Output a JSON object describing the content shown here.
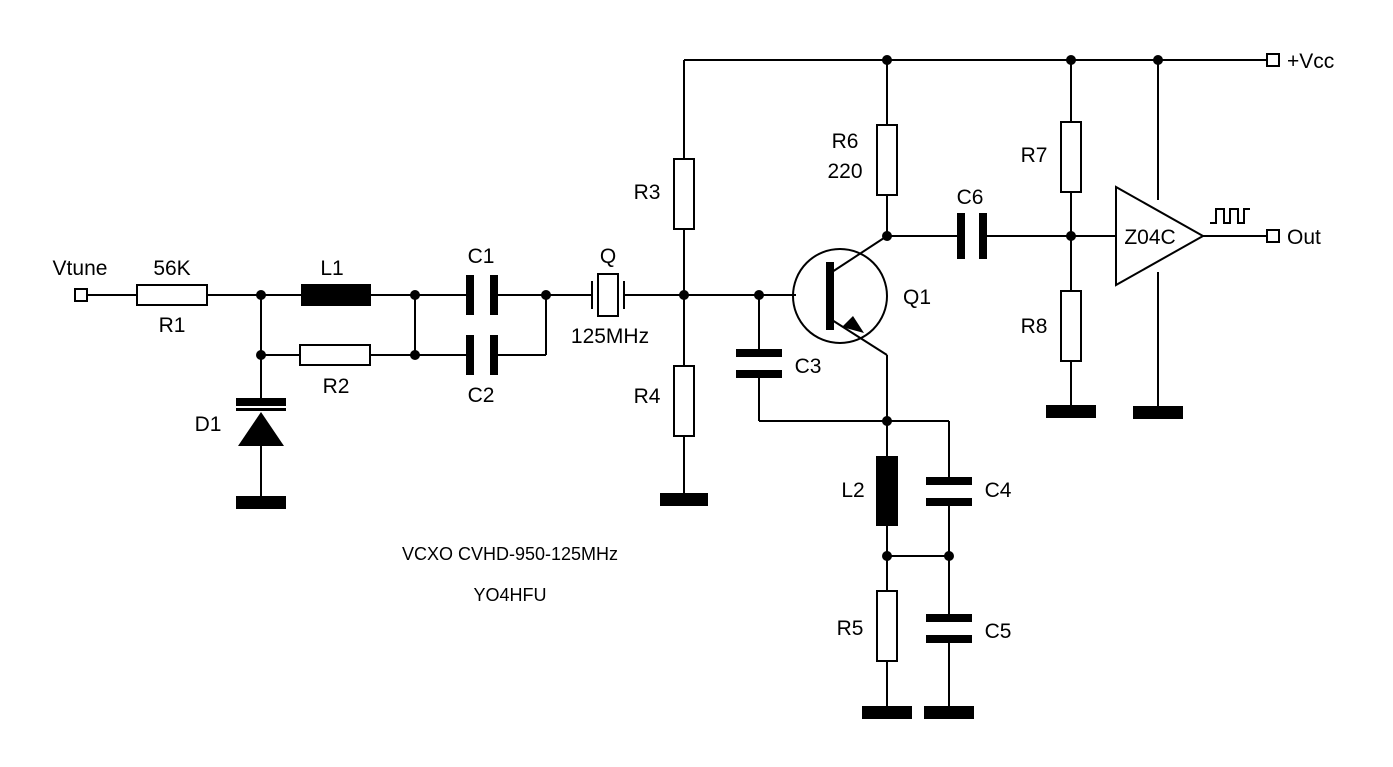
{
  "title_line1": "VCXO CVHD-950-125MHz",
  "title_line2": "YO4HFU",
  "ports": {
    "vtune": "Vtune",
    "vcc": "+Vcc",
    "out": "Out"
  },
  "components": {
    "R1": {
      "ref": "R1",
      "value": "56K"
    },
    "R2": {
      "ref": "R2"
    },
    "R3": {
      "ref": "R3"
    },
    "R4": {
      "ref": "R4"
    },
    "R5": {
      "ref": "R5"
    },
    "R6": {
      "ref": "R6",
      "value": "220"
    },
    "R7": {
      "ref": "R7"
    },
    "R8": {
      "ref": "R8"
    },
    "L1": {
      "ref": "L1"
    },
    "L2": {
      "ref": "L2"
    },
    "C1": {
      "ref": "C1"
    },
    "C2": {
      "ref": "C2"
    },
    "C3": {
      "ref": "C3"
    },
    "C4": {
      "ref": "C4"
    },
    "C5": {
      "ref": "C5"
    },
    "C6": {
      "ref": "C6"
    },
    "D1": {
      "ref": "D1"
    },
    "Q": {
      "ref": "Q",
      "value": "125MHz"
    },
    "Q1": {
      "ref": "Q1"
    },
    "U1": {
      "ref": "Z04C"
    }
  }
}
